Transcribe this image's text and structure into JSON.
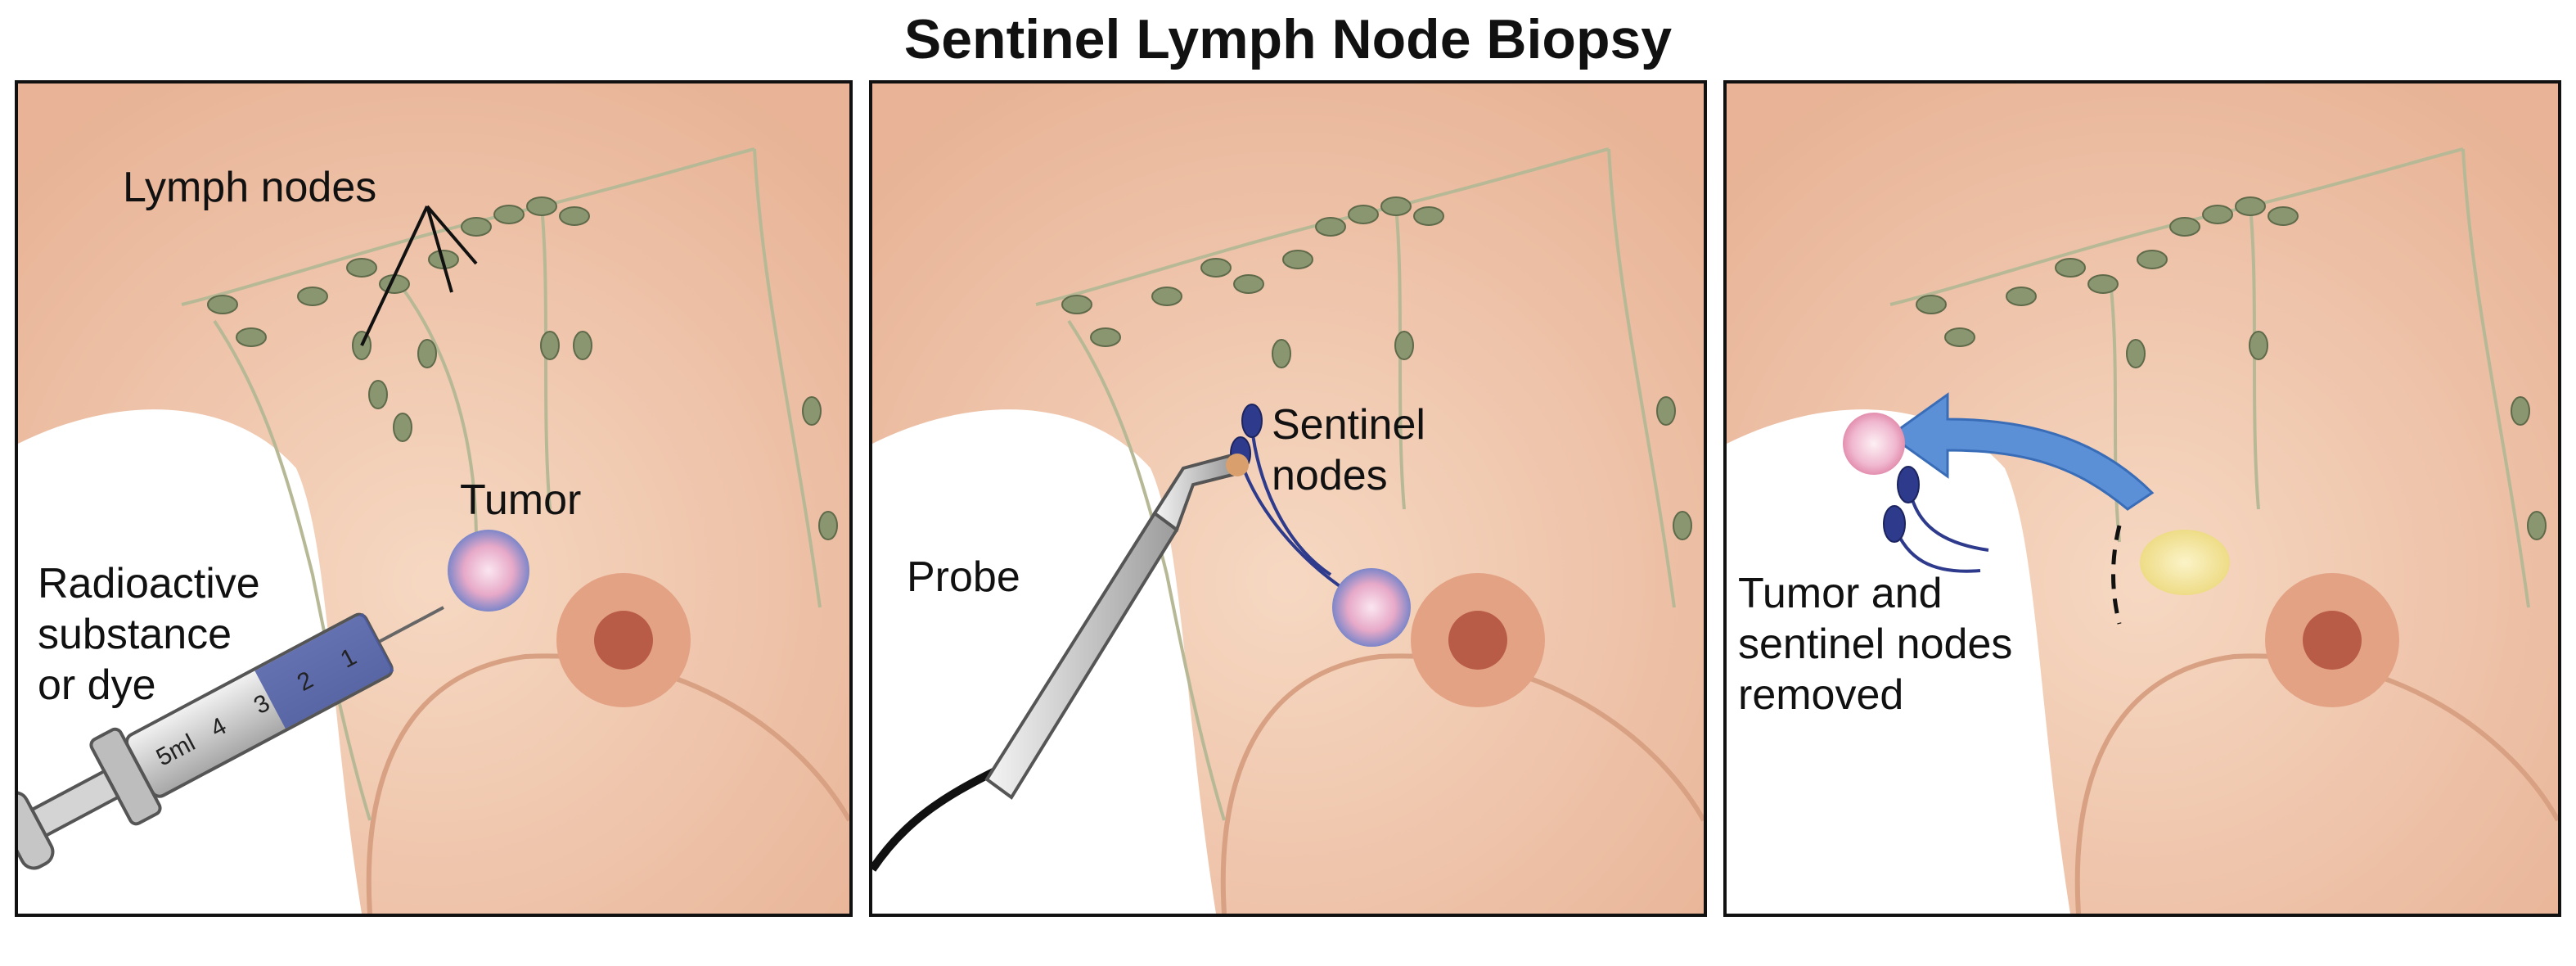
{
  "title": "Sentinel Lymph Node Biopsy",
  "panels": [
    {
      "id": "injection",
      "labels": {
        "lymph_nodes": "Lymph nodes",
        "tumor": "Tumor",
        "injection": "Radioactive\nsubstance\nor dye"
      },
      "syringe_marks": [
        "1",
        "2",
        "3",
        "4",
        "5ml"
      ]
    },
    {
      "id": "detection",
      "labels": {
        "probe": "Probe",
        "sentinel_nodes": "Sentinel\nnodes"
      }
    },
    {
      "id": "removal",
      "labels": {
        "removed": "Tumor and\nsentinel nodes\nremoved"
      }
    }
  ],
  "colors": {
    "skin": "#f3cfb4",
    "skin_shadow": "#e9b79a",
    "lymph_node": "#8a9670",
    "lymph_vessel": "#b7b996",
    "sentinel_node": "#2e3a8c",
    "arrow": "#5b8fd6",
    "outline": "#111111"
  }
}
